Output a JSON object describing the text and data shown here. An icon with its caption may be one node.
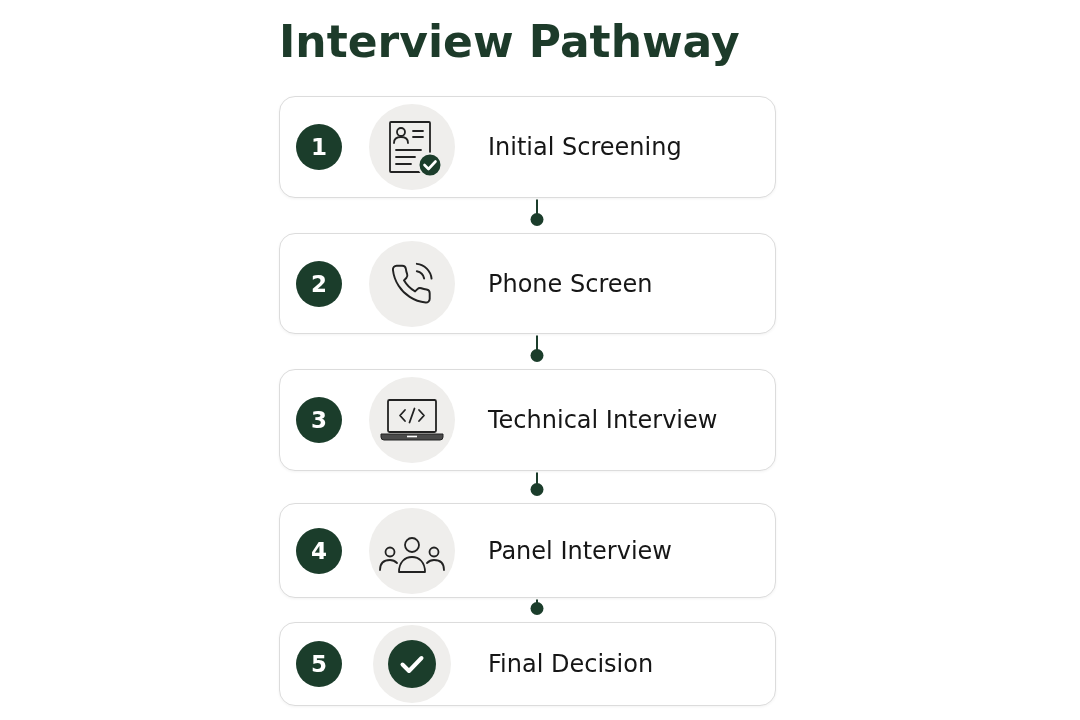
{
  "diagram": {
    "title": "Interview Pathway",
    "nodes": [
      {
        "text": [
          "Initial Screening"
        ]
      },
      {
        "text": [
          "1"
        ],
        "in": 0
      },
      {
        "text": [
          "Phone Screen"
        ]
      },
      {
        "text": [
          "2"
        ],
        "in": 2
      },
      {
        "text": [
          "Technical Interview"
        ]
      },
      {
        "text": [
          "3"
        ],
        "in": 4
      },
      {
        "text": [
          "Panel Interview"
        ]
      },
      {
        "text": [
          "4"
        ],
        "in": 6
      },
      {
        "text": [
          "Final Decision"
        ]
      },
      {
        "text": [
          "5"
        ],
        "in": 8
      }
    ],
    "edges": [
      {
        "from": 0,
        "to": 2,
        "arrow": "other"
      },
      {
        "from": 2,
        "to": 4,
        "arrow": "other"
      },
      {
        "from": 4,
        "to": 6,
        "arrow": "other"
      },
      {
        "from": 6,
        "to": 8,
        "arrow": "other"
      }
    ]
  }
}
